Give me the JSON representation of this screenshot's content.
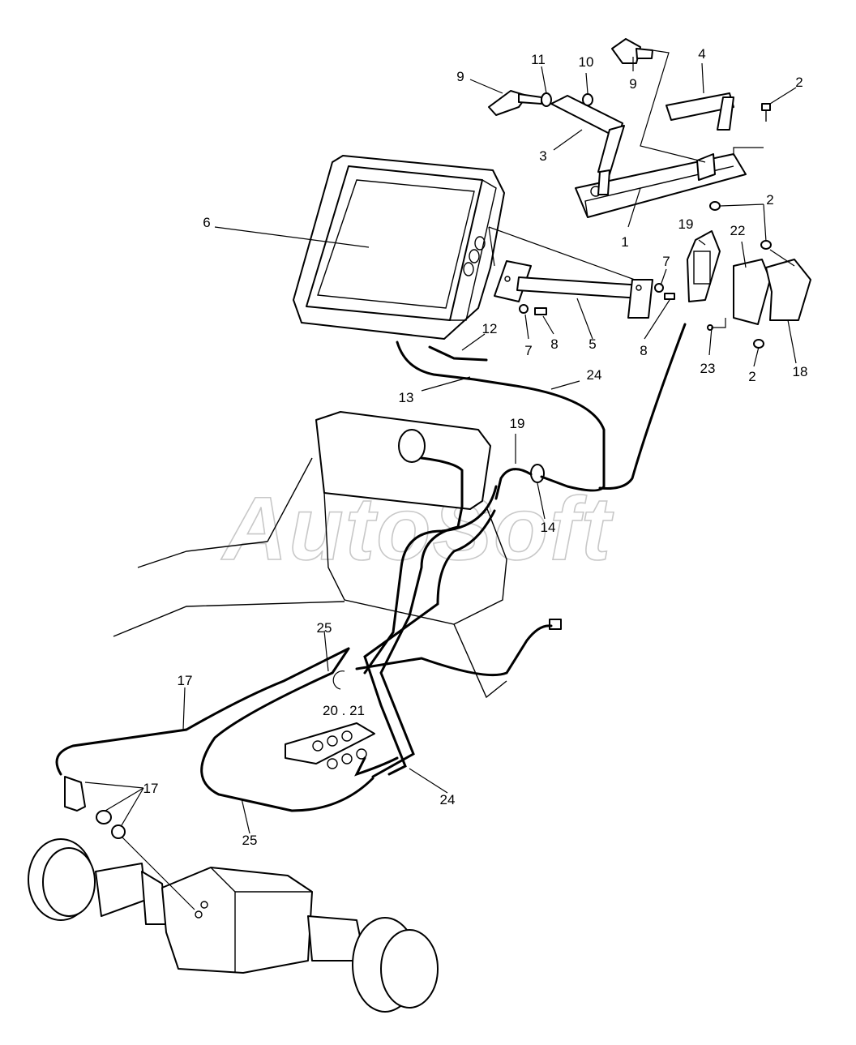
{
  "watermark": "AutoSoft",
  "callouts": [
    {
      "id": "c9a",
      "text": "9"
    },
    {
      "id": "c11",
      "text": "11"
    },
    {
      "id": "c10",
      "text": "10"
    },
    {
      "id": "c9b",
      "text": "9"
    },
    {
      "id": "c4",
      "text": "4"
    },
    {
      "id": "c2a",
      "text": "2"
    },
    {
      "id": "c3",
      "text": "3"
    },
    {
      "id": "c6",
      "text": "6"
    },
    {
      "id": "c1",
      "text": "1"
    },
    {
      "id": "c2b",
      "text": "2"
    },
    {
      "id": "c19a",
      "text": "19"
    },
    {
      "id": "c22",
      "text": "22"
    },
    {
      "id": "c7a",
      "text": "7"
    },
    {
      "id": "c7b",
      "text": "7"
    },
    {
      "id": "c8a",
      "text": "8"
    },
    {
      "id": "c5",
      "text": "5"
    },
    {
      "id": "c8b",
      "text": "8"
    },
    {
      "id": "c23",
      "text": "23"
    },
    {
      "id": "c2c",
      "text": "2"
    },
    {
      "id": "c18",
      "text": "18"
    },
    {
      "id": "c12",
      "text": "12"
    },
    {
      "id": "c13",
      "text": "13"
    },
    {
      "id": "c24a",
      "text": "24"
    },
    {
      "id": "c19b",
      "text": "19"
    },
    {
      "id": "c14",
      "text": "14"
    },
    {
      "id": "c25a",
      "text": "25"
    },
    {
      "id": "c17a",
      "text": "17"
    },
    {
      "id": "c2021",
      "text": "20 . 21"
    },
    {
      "id": "c17b",
      "text": "17"
    },
    {
      "id": "c24b",
      "text": "24"
    },
    {
      "id": "c25b",
      "text": "25"
    }
  ]
}
